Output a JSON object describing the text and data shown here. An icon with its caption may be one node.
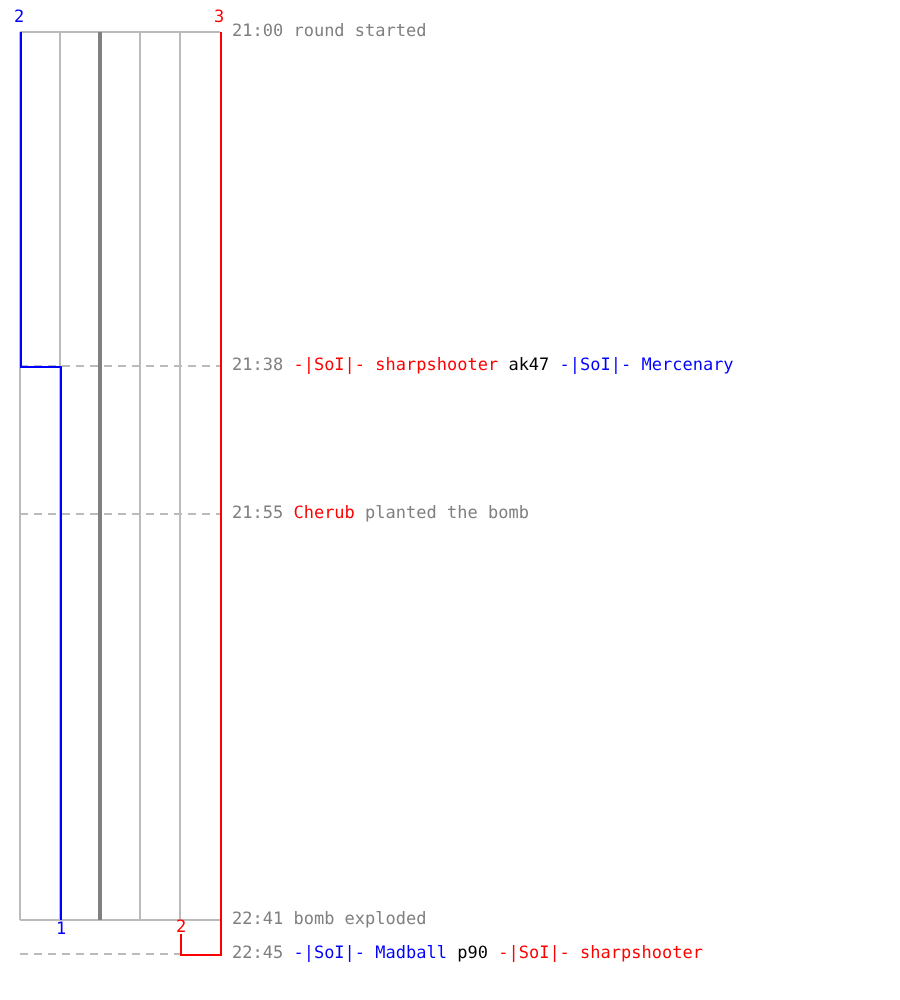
{
  "diagram": {
    "labels": [
      "2",
      "3",
      "21:00 round started",
      "21:38 -|SoI|- sharpshooter ak47 -|SoI|- Mercenary",
      "21:55 Cherub planted the bomb",
      "22:41 bomb exploded",
      "1",
      "2",
      "22:45 -|SoI|- Madball p90 -|SoI|- sharpshooter"
    ]
  }
}
